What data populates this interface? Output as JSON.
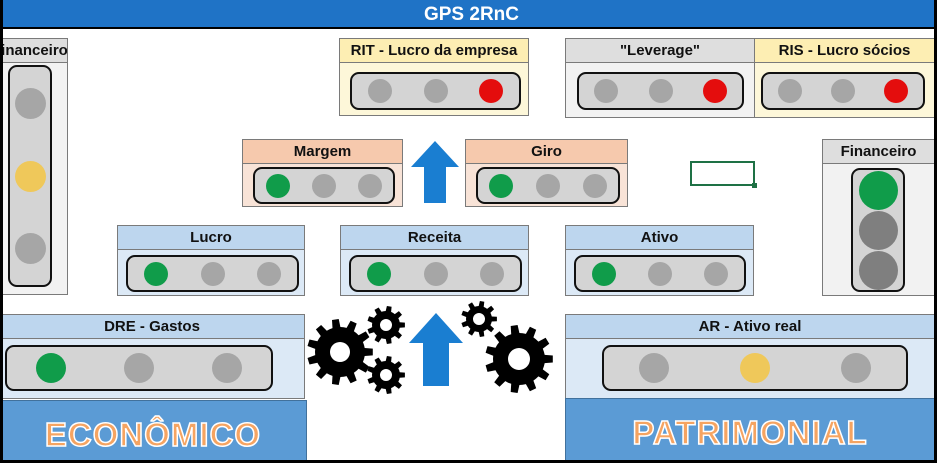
{
  "title": "GPS 2RnC",
  "colors": {
    "green": "#109c4a",
    "gray": "#a6a6a6",
    "dark_gray": "#7f7f7f",
    "red": "#e40d0d",
    "amber": "#efc85a",
    "title_bar": "#1f73c6",
    "arrow": "#1a7ed1"
  },
  "cards": {
    "financeiro_left": {
      "label": "Financeiro",
      "lights": [
        "gray",
        "amber",
        "gray"
      ]
    },
    "rit": {
      "label": "RIT - Lucro da empresa",
      "lights": [
        "gray",
        "gray",
        "red"
      ]
    },
    "leverage": {
      "label": "\"Leverage\"",
      "lights": [
        "gray",
        "gray",
        "red"
      ]
    },
    "ris": {
      "label": "RIS - Lucro sócios",
      "lights": [
        "gray",
        "gray",
        "red"
      ]
    },
    "margem": {
      "label": "Margem",
      "lights": [
        "green",
        "gray",
        "gray"
      ]
    },
    "giro": {
      "label": "Giro",
      "lights": [
        "green",
        "gray",
        "gray"
      ]
    },
    "financeiro_right": {
      "label": "Financeiro",
      "lights": [
        "green",
        "dark_gray",
        "dark_gray"
      ]
    },
    "lucro": {
      "label": "Lucro",
      "lights": [
        "green",
        "gray",
        "gray"
      ]
    },
    "receita": {
      "label": "Receita",
      "lights": [
        "green",
        "gray",
        "gray"
      ]
    },
    "ativo": {
      "label": "Ativo",
      "lights": [
        "green",
        "gray",
        "gray"
      ]
    },
    "dre": {
      "label": "DRE - Gastos",
      "lights": [
        "green",
        "gray",
        "gray"
      ]
    },
    "ar": {
      "label": "AR - Ativo real",
      "lights": [
        "gray",
        "amber",
        "gray"
      ]
    }
  },
  "banners": {
    "economico": "ECONÔMICO",
    "patrimonial": "PATRIMONIAL"
  },
  "icons": [
    "arrow-up-icon",
    "gears-icon"
  ]
}
